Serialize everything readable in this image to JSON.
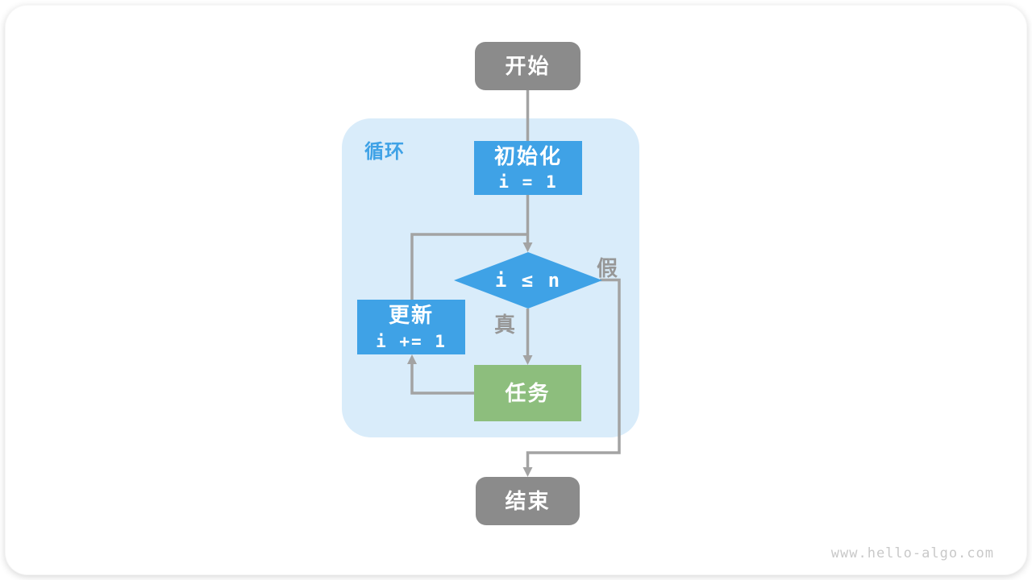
{
  "watermark": "www.hello-algo.com",
  "colors": {
    "node_blue": "#3FA2E6",
    "node_green": "#8DBE7D",
    "node_gray": "#8B8B8B",
    "loop_bg": "#D9ECFA",
    "arrow": "#A3A3A3",
    "branch_label": "#979797",
    "loop_label": "#3FA2E6",
    "watermark_color": "#C9C9C9",
    "node_text": "#FFFFFF"
  },
  "flowchart": {
    "start": {
      "label": "开始"
    },
    "loop_region": {
      "label": "循环"
    },
    "init": {
      "label": "初始化",
      "code": "i = 1"
    },
    "condition": {
      "code": "i ≤ n"
    },
    "branches": {
      "true_label": "真",
      "false_label": "假"
    },
    "task": {
      "label": "任务"
    },
    "update": {
      "label": "更新",
      "code": "i += 1"
    },
    "end": {
      "label": "结束"
    }
  }
}
